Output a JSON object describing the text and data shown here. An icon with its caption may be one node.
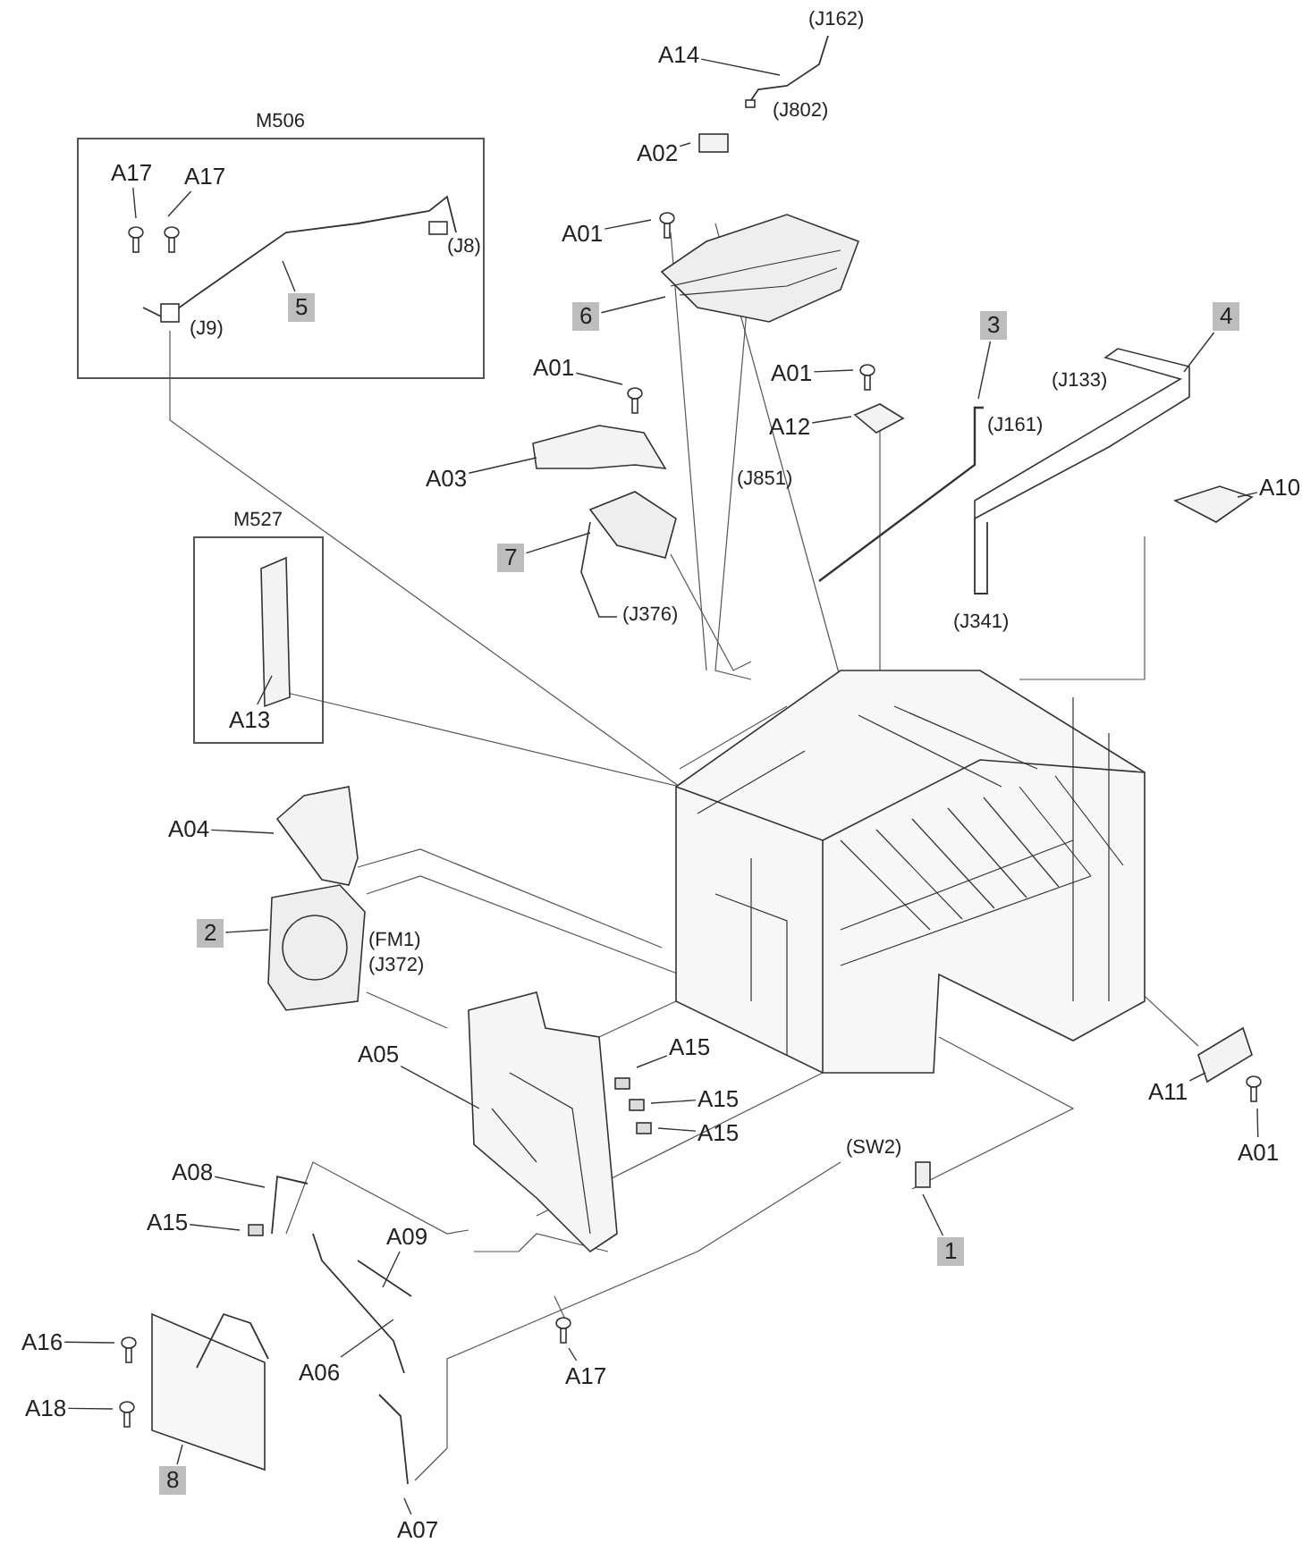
{
  "diagram": {
    "nodes": [
      {
        "text": [
          "A14"
        ]
      },
      {
        "text": [
          "A02"
        ]
      },
      {
        "text": [
          "A01"
        ]
      },
      {
        "text": [
          "6"
        ]
      },
      {
        "text": [
          "M506"
        ]
      },
      {
        "text": [
          "A17"
        ],
        "in": 4
      },
      {
        "text": [
          "A17"
        ],
        "in": 4
      },
      {
        "text": [
          "5"
        ],
        "in": 4
      },
      {
        "text": [
          "A01"
        ]
      },
      {
        "text": [
          "A03"
        ]
      },
      {
        "text": [
          "7"
        ]
      },
      {
        "text": [
          "3"
        ]
      },
      {
        "text": [
          "4"
        ]
      },
      {
        "text": [
          "A01"
        ]
      },
      {
        "text": [
          "A12"
        ]
      },
      {
        "text": [
          "A10"
        ]
      },
      {
        "text": [
          "M527"
        ]
      },
      {
        "text": [
          "A13"
        ],
        "in": 16
      },
      {
        "text": [
          "A04"
        ]
      },
      {
        "text": [
          "2"
        ]
      },
      {
        "text": [
          "A05"
        ]
      },
      {
        "text": [
          "A15"
        ]
      },
      {
        "text": [
          "A15"
        ]
      },
      {
        "text": [
          "A15"
        ]
      },
      {
        "text": [
          "A08"
        ]
      },
      {
        "text": [
          "A15"
        ]
      },
      {
        "text": [
          "A09"
        ]
      },
      {
        "text": [
          "A11"
        ]
      },
      {
        "text": [
          "A01"
        ]
      },
      {
        "text": [
          "1"
        ]
      },
      {
        "text": [
          "A16"
        ]
      },
      {
        "text": [
          "A06"
        ]
      },
      {
        "text": [
          "A17"
        ]
      },
      {
        "text": [
          "A18"
        ]
      },
      {
        "text": [
          "8"
        ]
      },
      {
        "text": [
          "A07"
        ]
      }
    ],
    "edges": [
      {
        "from": 0,
        "to": null,
        "arrow": "none"
      },
      {
        "from": 1,
        "to": null,
        "arrow": "none"
      },
      {
        "from": 2,
        "to": null,
        "arrow": "none"
      },
      {
        "from": 3,
        "to": null,
        "arrow": "none"
      },
      {
        "from": 5,
        "to": null,
        "arrow": "none"
      },
      {
        "from": 6,
        "to": null,
        "arrow": "none"
      },
      {
        "from": 7,
        "to": null,
        "arrow": "none"
      },
      {
        "from": 8,
        "to": null,
        "arrow": "none"
      },
      {
        "from": 9,
        "to": null,
        "arrow": "none"
      },
      {
        "from": 10,
        "to": null,
        "arrow": "none"
      },
      {
        "from": 11,
        "to": null,
        "arrow": "none"
      },
      {
        "from": 12,
        "to": null,
        "arrow": "none"
      },
      {
        "from": 13,
        "to": null,
        "arrow": "none"
      },
      {
        "from": 14,
        "to": null,
        "arrow": "none"
      },
      {
        "from": 15,
        "to": null,
        "arrow": "none"
      },
      {
        "from": 17,
        "to": null,
        "arrow": "none"
      },
      {
        "from": 18,
        "to": null,
        "arrow": "none"
      },
      {
        "from": 19,
        "to": null,
        "arrow": "none"
      },
      {
        "from": 20,
        "to": null,
        "arrow": "none"
      },
      {
        "from": 21,
        "to": null,
        "arrow": "none"
      },
      {
        "from": 22,
        "to": null,
        "arrow": "none"
      },
      {
        "from": 23,
        "to": null,
        "arrow": "none"
      },
      {
        "from": 24,
        "to": null,
        "arrow": "none"
      },
      {
        "from": 25,
        "to": null,
        "arrow": "none"
      },
      {
        "from": 26,
        "to": null,
        "arrow": "none"
      },
      {
        "from": 27,
        "to": null,
        "arrow": "none"
      },
      {
        "from": 28,
        "to": null,
        "arrow": "none"
      },
      {
        "from": 29,
        "to": null,
        "arrow": "none"
      },
      {
        "from": 30,
        "to": null,
        "arrow": "none"
      },
      {
        "from": 31,
        "to": null,
        "arrow": "none"
      },
      {
        "from": 32,
        "to": null,
        "arrow": "none"
      },
      {
        "from": 33,
        "to": null,
        "arrow": "none"
      },
      {
        "from": 34,
        "to": null,
        "arrow": "none"
      },
      {
        "from": 35,
        "to": null,
        "arrow": "none"
      }
    ],
    "labels": [
      "(J162)",
      "(J802)",
      "(J8)",
      "(J9)",
      "(J133)",
      "(J161)",
      "(J851)",
      "(J376)",
      "(J341)",
      "(FM1)",
      "(J372)",
      "(SW2)"
    ]
  }
}
